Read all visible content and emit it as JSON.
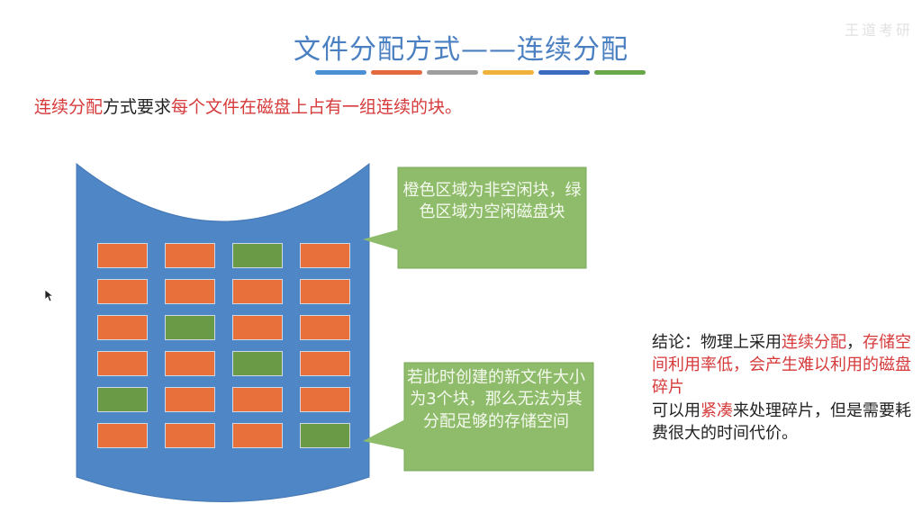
{
  "title": "文件分配方式——连续分配",
  "watermark": "王道考研",
  "title_stripes": [
    "#4a8fd3",
    "#e36a3e",
    "#9e9e9e",
    "#f0b23a",
    "#3a6bbf",
    "#6aa748"
  ],
  "intro": {
    "part1": "连续分配",
    "part2": "方式要求",
    "part3": "每个文件在磁盘上占有一组连续的块。"
  },
  "colors": {
    "used_block": "#e8703b",
    "free_block": "#6a9a45",
    "cylinder": "#4e86c6",
    "callout_bg": "#8fbc6b",
    "accent_red": "#d63a3a",
    "title_blue": "#4a7fc1"
  },
  "disk": {
    "rows": [
      [
        "used",
        "used",
        "free",
        "used"
      ],
      [
        "used",
        "used",
        "used",
        "used"
      ],
      [
        "used",
        "free",
        "used",
        "used"
      ],
      [
        "used",
        "used",
        "free",
        "used"
      ],
      [
        "free",
        "used",
        "used",
        "used"
      ],
      [
        "used",
        "used",
        "used",
        "free"
      ]
    ]
  },
  "callouts": {
    "legend": "橙色区域为非空闲块，绿色区域为空闲磁盘块",
    "example": "若此时创建的新文件大小为3个块，那么无法为其分配足够的存储空间"
  },
  "conclusion": {
    "c1": "结论：物理上采用",
    "c2": "连续分配",
    "c3": "，",
    "c4": "存储空间利用率低，会产生难以利用的磁盘碎片",
    "c5": "可以用",
    "c6": "紧凑",
    "c7": "来处理碎片，但是需要耗费很大的时间代价。"
  }
}
